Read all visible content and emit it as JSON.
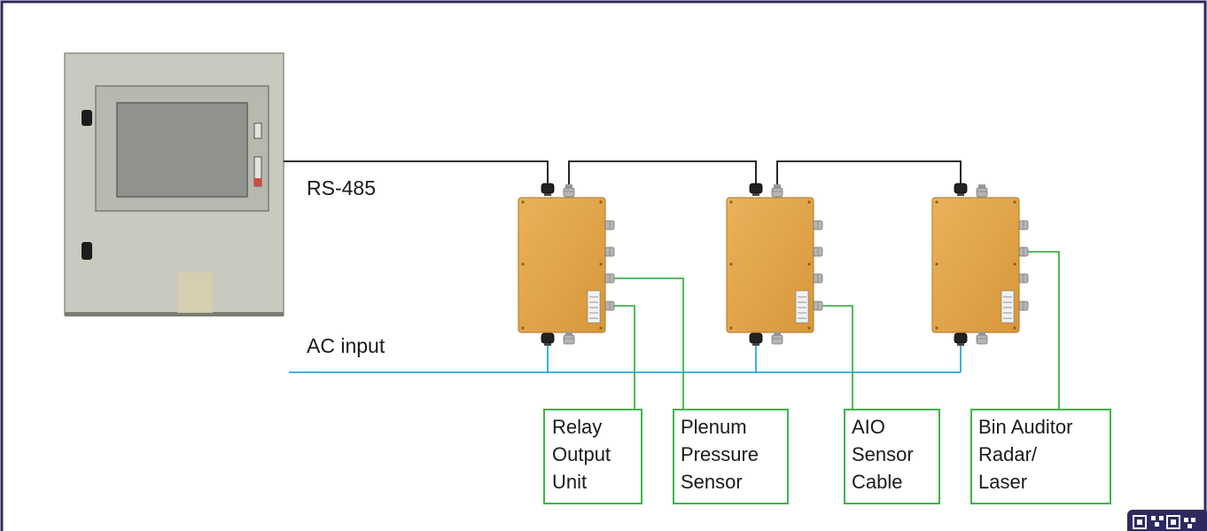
{
  "labels": {
    "rs485": "RS-485",
    "ac_input": "AC input"
  },
  "devices": [
    {
      "lines": [
        "Relay",
        "Output",
        "Unit"
      ]
    },
    {
      "lines": [
        "Plenum",
        "Pressure",
        "Sensor"
      ]
    },
    {
      "lines": [
        "AIO",
        "Sensor",
        "Cable"
      ]
    },
    {
      "lines": [
        "Bin Auditor",
        "Radar/",
        "Laser"
      ]
    }
  ],
  "colors": {
    "frame": "#2e2a5e",
    "rs485_line": "#111111",
    "ac_line": "#29a8df",
    "sensor_line": "#3cb44b",
    "junction_box": "#e2a64a",
    "panel": "#c9c9c0"
  },
  "icons": {
    "panel": "control-panel-icon",
    "junction_box": "junction-box-icon",
    "corner": "qr-code-icon"
  }
}
